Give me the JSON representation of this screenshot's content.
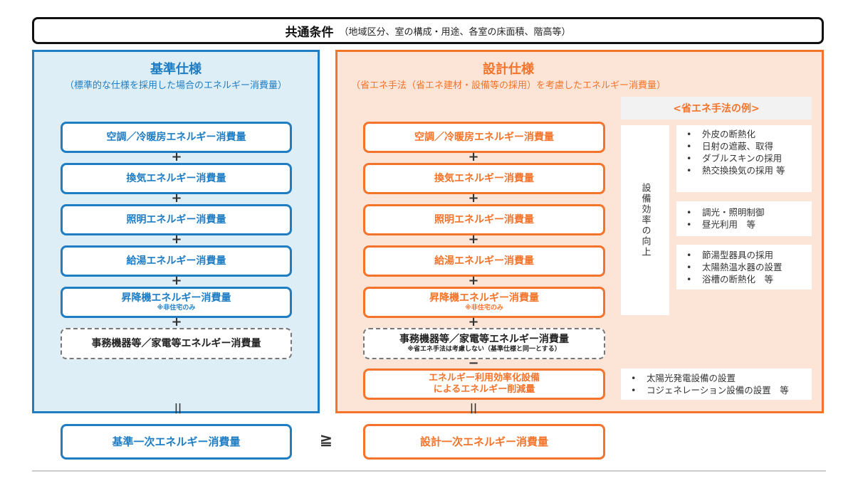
{
  "common": {
    "title": "共通条件",
    "detail": "（地域区分、室の構成・用途、各室の床面積、階高等）"
  },
  "standard": {
    "title": "基準仕様",
    "subtitle": "（標準的な仕様を採用した場合のエネルギー消費量）",
    "items": [
      "空調／冷暖房エネルギー消費量",
      "換気エネルギー消費量",
      "照明エネルギー消費量",
      "給湯エネルギー消費量",
      "昇降機エネルギー消費量"
    ],
    "elevator_note": "※非住宅のみ",
    "office": "事務機器等／家電等エネルギー消費量",
    "total": "基準一次エネルギー消費量"
  },
  "design": {
    "title": "設計仕様",
    "subtitle": "（省エネ手法（省エネ建材・設備等の採用）を考慮したエネルギー消費量）",
    "items": [
      "空調／冷暖房エネルギー消費量",
      "換気エネルギー消費量",
      "照明エネルギー消費量",
      "給湯エネルギー消費量",
      "昇降機エネルギー消費量"
    ],
    "elevator_note": "※非住宅のみ",
    "office": "事務機器等／家電等エネルギー消費量",
    "office_note": "※省エネ手法は考慮しない（基準仕様と同一とする）",
    "reduction_line1": "エネルギー利用効率化設備",
    "reduction_line2": "によるエネルギー削減量",
    "total": "設計一次エネルギー消費量"
  },
  "examples": {
    "header": "<省エネ手法の例>",
    "vertical_label": "設備効率の向上",
    "group1": [
      "外皮の断熱化",
      "日射の遮蔽、取得",
      "ダブルスキンの採用",
      "熱交換換気の採用 等"
    ],
    "group2": [
      "調光・照明制御",
      "昼光利用　等"
    ],
    "group3": [
      "節湯型器具の採用",
      "太陽熱温水器の設置",
      "浴槽の断熱化　等"
    ],
    "group4": [
      "太陽光発電設備の設置",
      "コジェネレーション設備の設置　等"
    ]
  },
  "operators": {
    "plus": "+",
    "minus": "−",
    "equals": "||",
    "geq": "≧"
  }
}
